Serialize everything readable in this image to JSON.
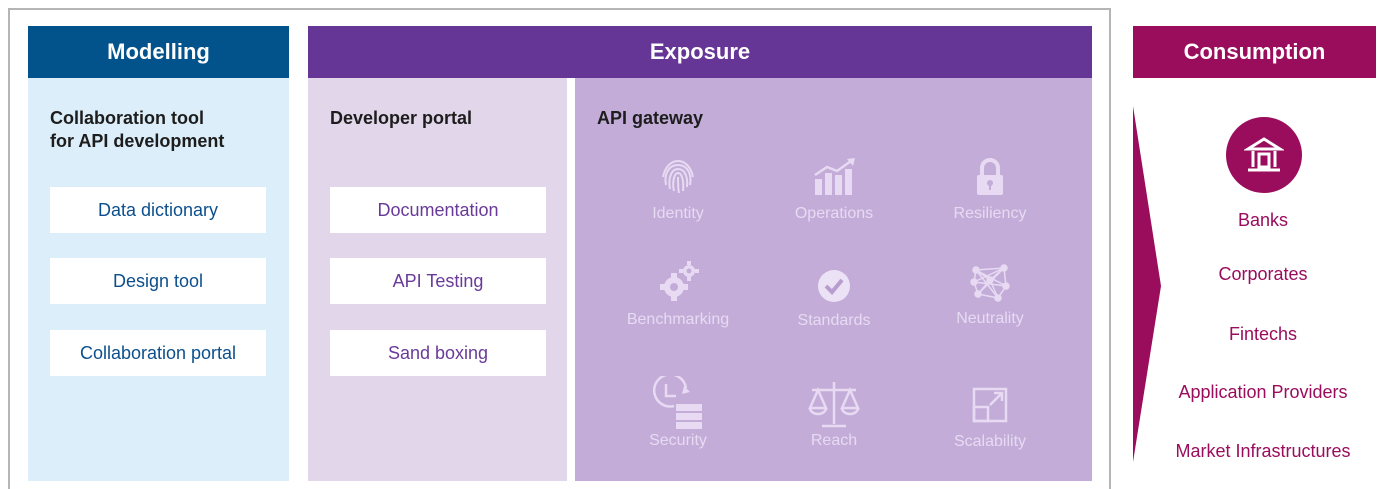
{
  "modelling": {
    "header": "Modelling",
    "subtitle_line1": "Collaboration tool",
    "subtitle_line2": "for API development",
    "items": [
      "Data dictionary",
      "Design tool",
      "Collaboration portal"
    ]
  },
  "exposure": {
    "header": "Exposure",
    "developer_portal": {
      "title": "Developer portal",
      "items": [
        "Documentation",
        "API Testing",
        "Sand boxing"
      ]
    },
    "api_gateway": {
      "title": "API gateway",
      "features": [
        {
          "label": "Identity",
          "icon": "fingerprint-icon"
        },
        {
          "label": "Operations",
          "icon": "bar-chart-growth-icon"
        },
        {
          "label": "Resiliency",
          "icon": "lock-icon"
        },
        {
          "label": "Benchmarking",
          "icon": "gears-icon"
        },
        {
          "label": "Standards",
          "icon": "check-circle-icon"
        },
        {
          "label": "Neutrality",
          "icon": "network-icon"
        },
        {
          "label": "Security",
          "icon": "clock-server-icon"
        },
        {
          "label": "Reach",
          "icon": "scales-icon"
        },
        {
          "label": "Scalability",
          "icon": "expand-icon"
        }
      ]
    }
  },
  "consumption": {
    "header": "Consumption",
    "icon": "bank-icon",
    "items": [
      "Banks",
      "Corporates",
      "Fintechs",
      "Application Providers",
      "Market Infrastructures"
    ]
  },
  "colors": {
    "modelling": "#02528b",
    "exposure": "#663696",
    "consumption": "#9a0c5c"
  }
}
